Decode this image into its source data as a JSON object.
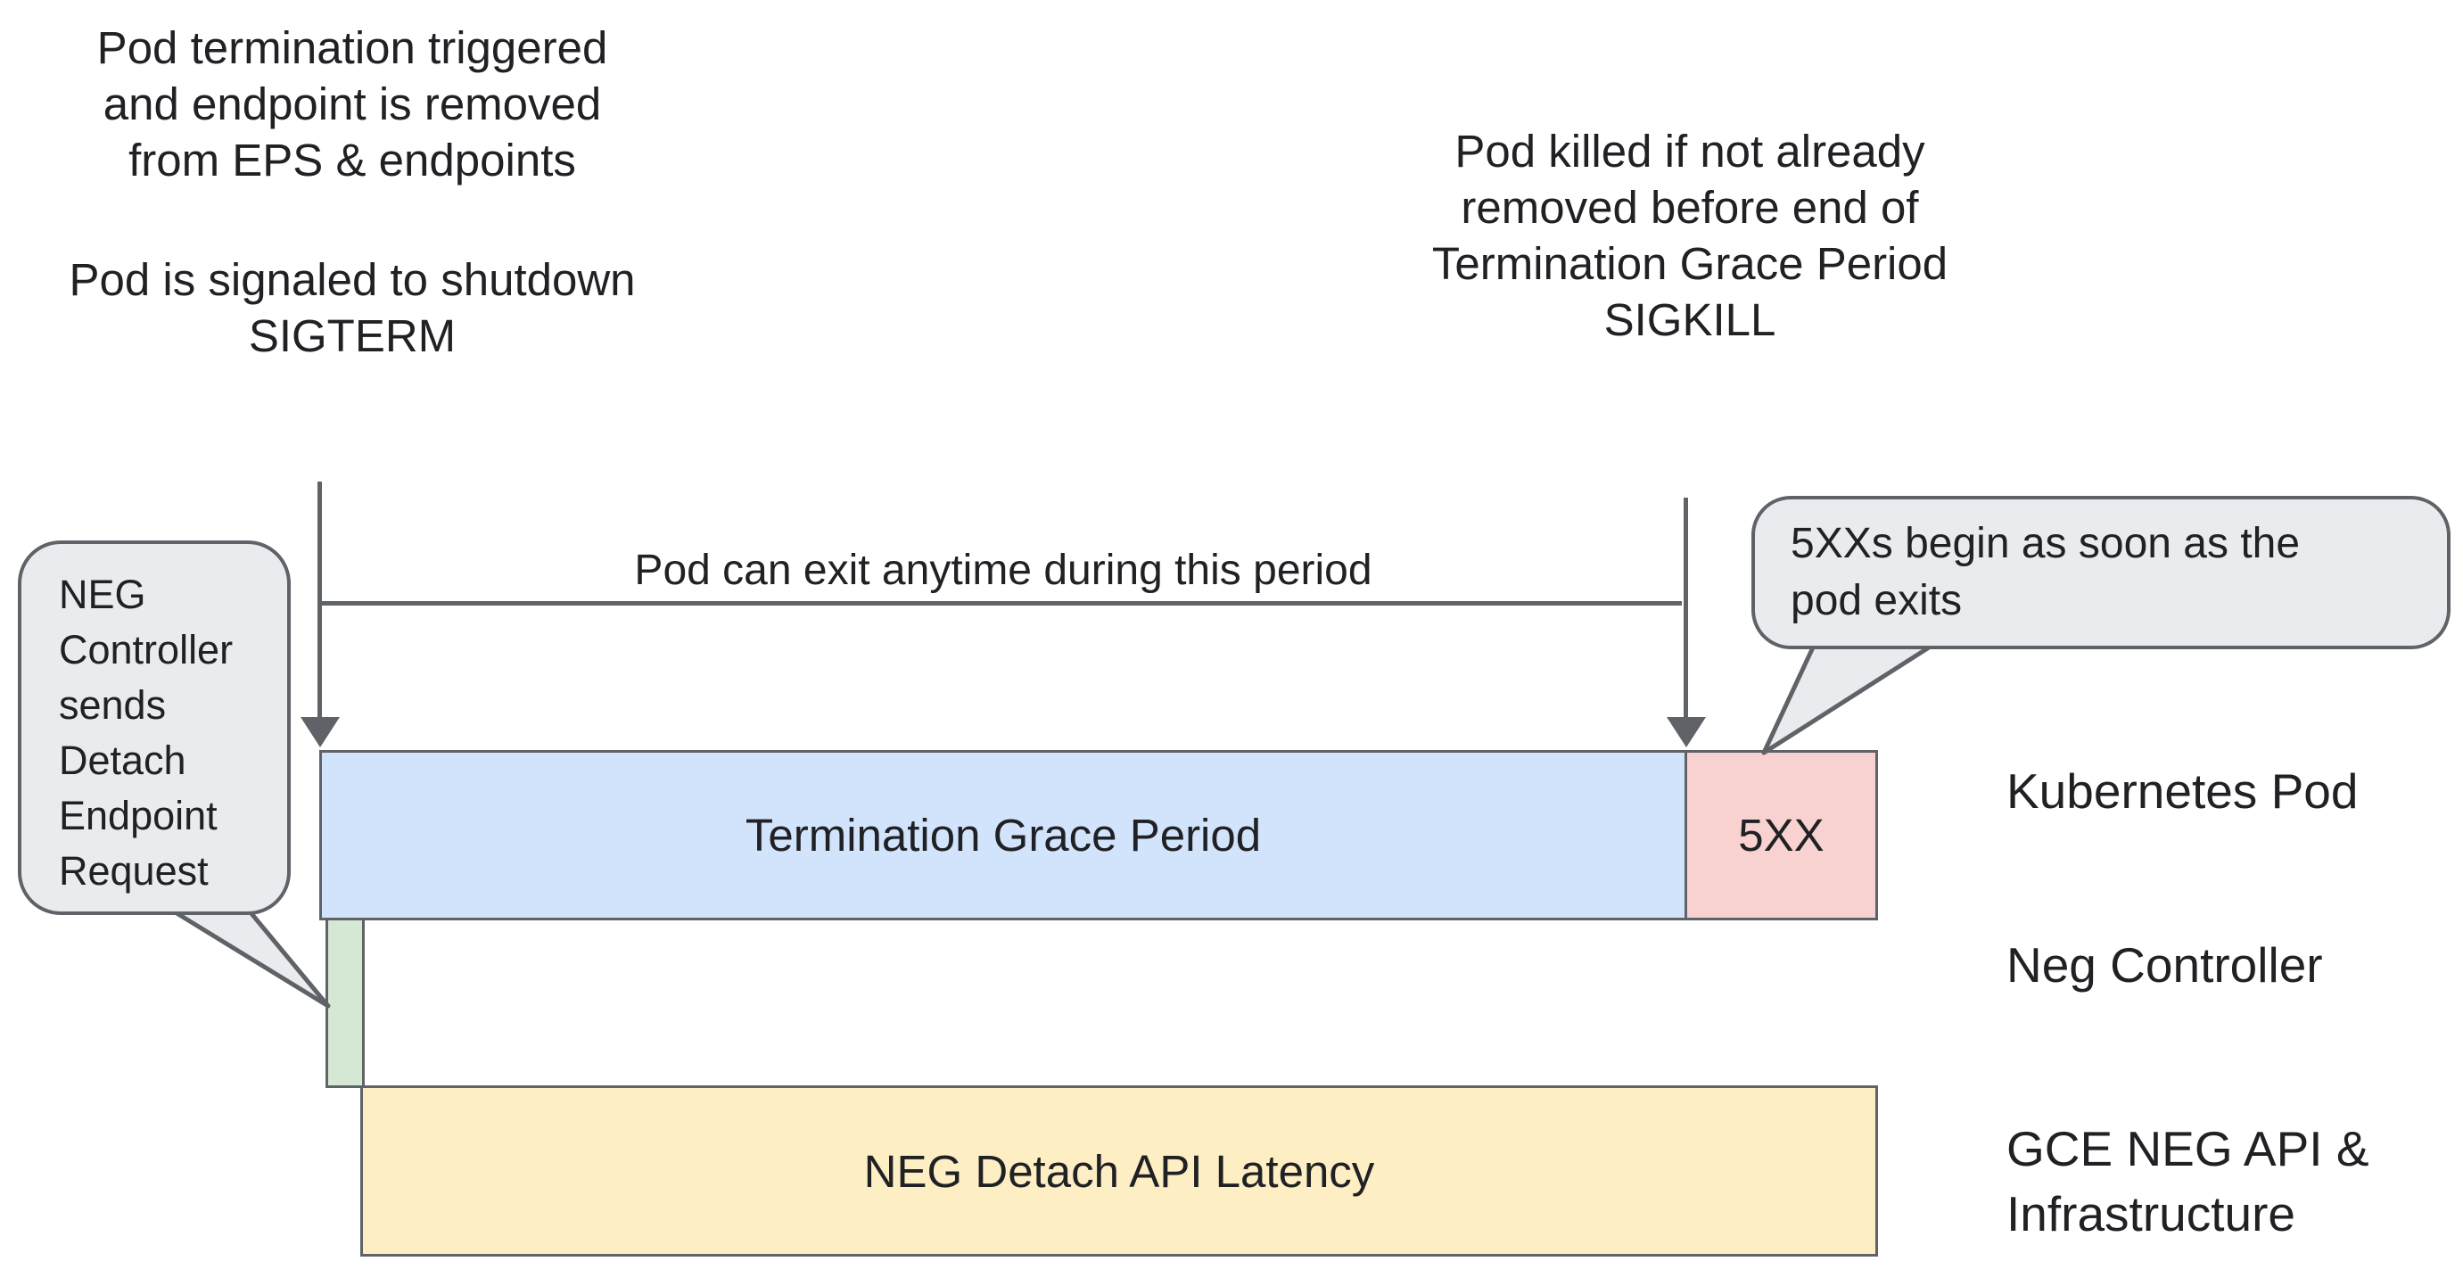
{
  "colors": {
    "arrow": "#5f6368",
    "stroke": "#5f6368",
    "text": "#202124",
    "blue_fill": "#d2e3fc",
    "red_fill": "#f8d2d0",
    "green_fill": "#d5e8d3",
    "yellow_fill": "#fdeec3",
    "bubble_fill": "#e9ebee",
    "bg": "#ffffff"
  },
  "annotations": {
    "pod_termination": "Pod termination triggered\nand endpoint is removed\nfrom EPS & endpoints",
    "pod_signaled": "Pod is signaled to shutdown\nSIGTERM",
    "pod_killed": "Pod killed if not already\nremoved before end of\nTermination Grace Period\nSIGKILL",
    "exit_period": "Pod can exit anytime during this period"
  },
  "callouts": {
    "neg_controller": "NEG\nController\nsends\nDetach\nEndpoint\nRequest",
    "five_xx": "5XXs begin as soon as the\npod exits"
  },
  "bars": {
    "grace_period": {
      "label": "Termination Grace Period"
    },
    "five_xx": {
      "label": "5XX"
    },
    "detach_request": {
      "label": ""
    },
    "neg_detach_latency": {
      "label": "NEG Detach API Latency"
    }
  },
  "lanes": {
    "kubernetes_pod": "Kubernetes Pod",
    "neg_controller": "Neg Controller",
    "gce_neg": "GCE NEG API &\nInfrastructure"
  }
}
